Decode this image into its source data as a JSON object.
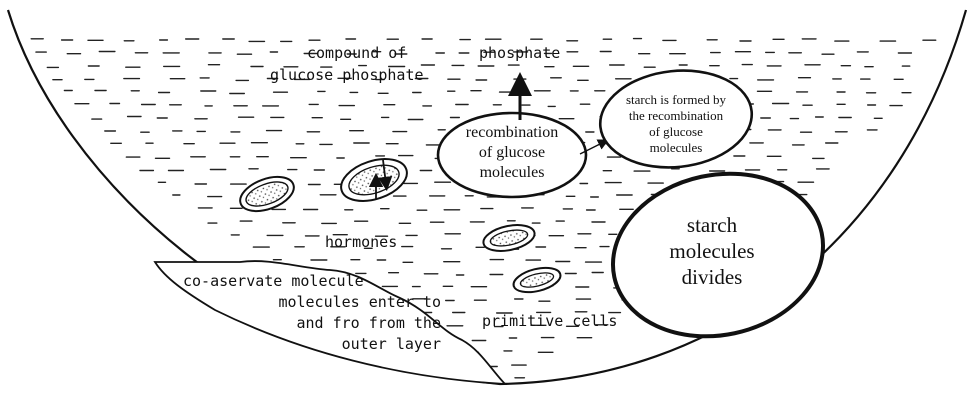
{
  "labels": {
    "compound_line1": "compound of",
    "compound_line2": "glucose phosphate",
    "phosphate": "phosphate",
    "recombination_line1": "recombination",
    "recombination_line2": "of glucose",
    "recombination_line3": "molecules",
    "starch_formed_line1": "starch is formed by",
    "starch_formed_line2": "the recombination",
    "starch_formed_line3": "of glucose",
    "starch_formed_line4": "molecules",
    "starch_divides_line1": "starch",
    "starch_divides_line2": "molecules",
    "starch_divides_line3": "divides",
    "hormones": "hormones",
    "coacervate_line1": "co-aservate molecule",
    "coacervate_line2": "molecules enter to",
    "coacervate_line3": "and fro from the",
    "coacervate_line4": "outer layer",
    "primitive_cells": "primitive cells"
  }
}
